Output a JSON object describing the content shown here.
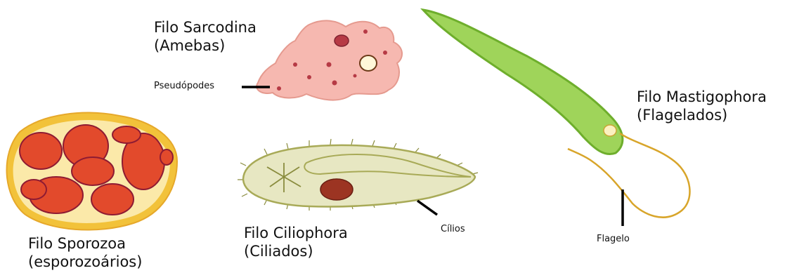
{
  "organisms": {
    "sarcodina": {
      "title": "Filo Sarcodina",
      "subtitle": "(Amebas)",
      "part": "Pseudópodes"
    },
    "mastigophora": {
      "title": "Filo Mastigophora",
      "subtitle": "(Flagelados)",
      "part": "Flagelo"
    },
    "sporozoa": {
      "title": "Filo Sporozoa",
      "subtitle": "(esporozoários)"
    },
    "ciliophora": {
      "title": "Filo Ciliophora",
      "subtitle": "(Ciliados)",
      "part": "Cílios"
    }
  },
  "colors": {
    "amoeba_fill": "#f6b8b0",
    "amoeba_spot": "#b63a45",
    "flagellate_fill": "#9fd45a",
    "flagellate_edge": "#6eae2c",
    "flagellum": "#d8a52a",
    "sporozoa_outer": "#f2c23a",
    "sporozoa_inner": "#fbe9a9",
    "sporozoa_cell": "#e24a2c",
    "sporozoa_edge": "#8e1b33",
    "cilio_fill": "#e7e7c2",
    "cilio_edge": "#a8aa57",
    "cilio_nucleus": "#9c3422",
    "leader_line": "#000000"
  }
}
